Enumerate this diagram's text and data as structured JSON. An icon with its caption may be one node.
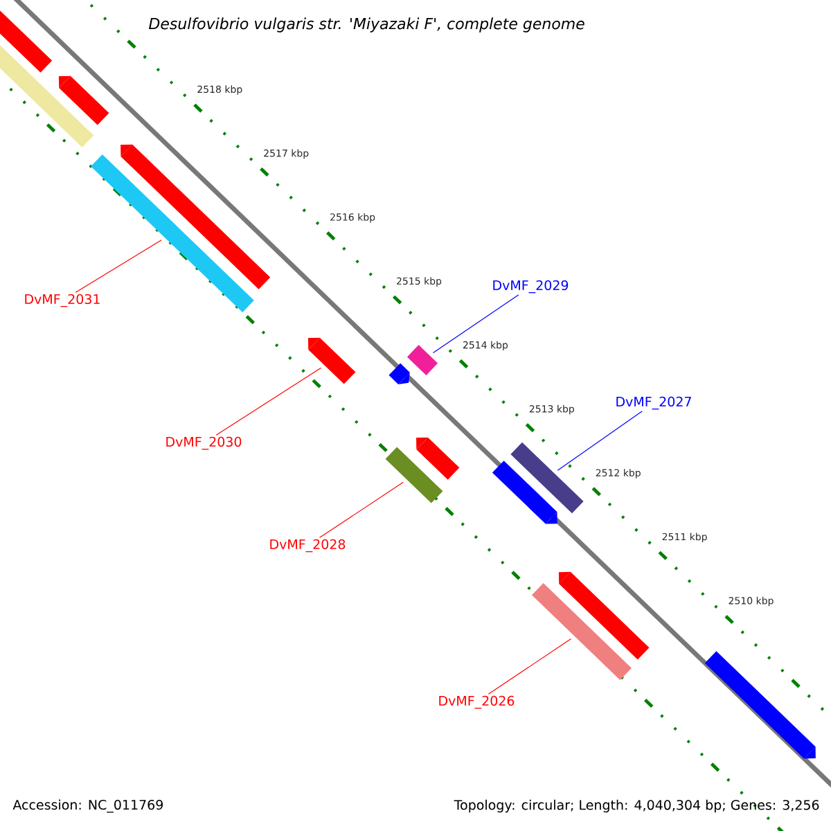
{
  "diagram": {
    "title": "Desulfovibrio vulgaris str. 'Miyazaki F', complete genome",
    "nodes": [
      {
        "text": [],
        "shape": "bar"
      },
      {
        "text": [],
        "shape": "arrow"
      },
      {
        "text": [],
        "shape": "arrow"
      },
      {
        "text": [],
        "shape": "bar"
      },
      {
        "text": [],
        "shape": "bar"
      },
      {
        "text": [],
        "shape": "arrow"
      },
      {
        "text": [],
        "shape": "arrow"
      },
      {
        "text": [],
        "shape": "bar"
      },
      {
        "text": [],
        "shape": "arrow"
      },
      {
        "text": [],
        "shape": "bar"
      },
      {
        "text": [],
        "shape": "bar"
      },
      {
        "text": [],
        "shape": "arrow"
      },
      {
        "text": [],
        "shape": "arrow"
      },
      {
        "text": [],
        "shape": "bar"
      },
      {
        "text": [],
        "shape": "arrow"
      },
      {
        "text": [
          "DvMF_2029"
        ]
      },
      {
        "text": [
          "DvMF_2031"
        ]
      },
      {
        "text": [
          "DvMF_2027"
        ]
      },
      {
        "text": [
          "DvMF_2030"
        ]
      },
      {
        "text": [
          "DvMF_2028"
        ]
      },
      {
        "text": [
          "DvMF_2026"
        ]
      }
    ],
    "edges": [
      {
        "from": 15,
        "to": 7,
        "arrow": "none",
        "color": "#0000ff"
      },
      {
        "from": 16,
        "to": 4,
        "arrow": "none"
      },
      {
        "from": 17,
        "to": 10,
        "arrow": "none",
        "color": "#0000ff"
      },
      {
        "from": 18,
        "to": 5,
        "arrow": "none"
      },
      {
        "from": 19,
        "to": 9,
        "arrow": "none"
      },
      {
        "from": 20,
        "to": 13,
        "arrow": "none"
      }
    ],
    "labels": [
      "2518 kbp",
      "2517 kbp",
      "2516 kbp",
      "2515 kbp",
      "2514 kbp",
      "2513 kbp",
      "2512 kbp",
      "2511 kbp",
      "2510 kbp",
      "Accession: NC_011769",
      "Topology: circular; Length: 4,040,304 bp; Genes: 3,256"
    ]
  }
}
